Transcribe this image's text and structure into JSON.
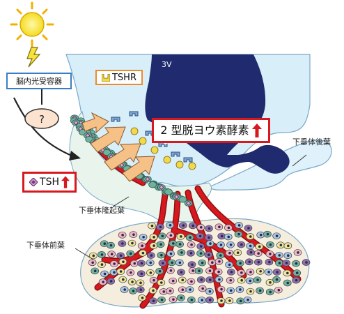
{
  "labels": {
    "photoreceptor": "脳内光受容器",
    "unknown": "?",
    "tshr": "TSHR",
    "third_ventricle": "3V",
    "dio2": "2 型脱ヨウ素酵素",
    "tsh": "TSH",
    "posterior": "下垂体後葉",
    "pars_tuberalis": "下垂体隆起葉",
    "anterior": "下垂体前葉"
  },
  "colors": {
    "ventricle": "#1f2b6e",
    "hypothalamus": "#d8eef8",
    "posterior_lobe": "#dff1fa",
    "vessel": "#d7191f",
    "vessel_outline": "#8a1010",
    "up_arrow": "#d7191f",
    "cell_green": "#6fb39f",
    "cell_pink": "#f3b6c9",
    "cell_purple": "#8e6fae",
    "cell_yellow": "#f1e79a",
    "tanycyte_blue": "#7ea9d6",
    "tanycyte_yellow": "#f3d84b",
    "orange_arrow": "#f6c186",
    "sun": "#f6e23a",
    "box_blue": "#3b7dc4",
    "box_red": "#d7191f",
    "box_orange": "#ef8a2a",
    "question_fill": "#fbe3cf"
  },
  "icons": [
    "sun-icon",
    "lightning-icon",
    "tsh-cell-icon",
    "tshr-receptor-icon",
    "up-arrow-icon"
  ]
}
